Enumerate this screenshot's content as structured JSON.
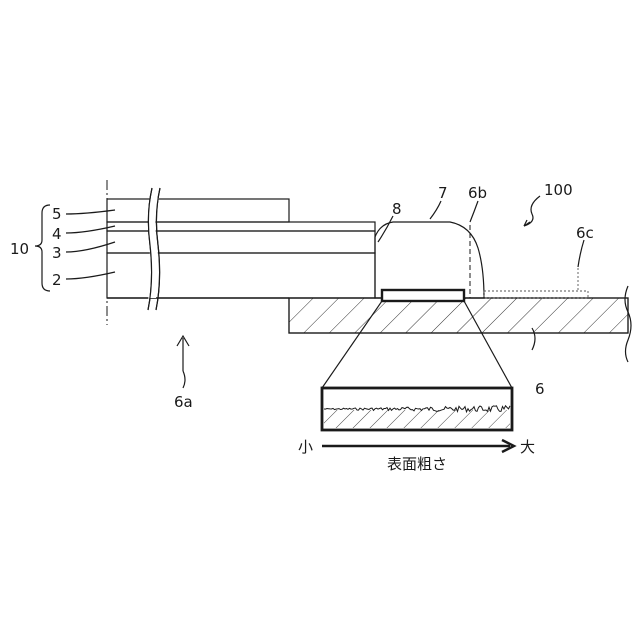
{
  "figure": {
    "labels": {
      "l100": "100",
      "l10": "10",
      "l5": "5",
      "l4": "4",
      "l3": "3",
      "l2": "2",
      "l8": "8",
      "l7": "7",
      "l6b": "6b",
      "l6c": "6c",
      "l6a": "6a",
      "l6": "6"
    },
    "scale": {
      "small": "小",
      "large": "大",
      "caption": "表面粗さ"
    }
  }
}
